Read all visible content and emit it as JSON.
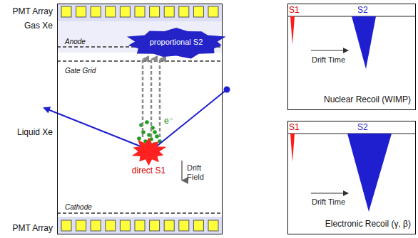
{
  "diagram": {
    "nodes": [
      {
        "text": [
          "Anode",
          "Gate Grid",
          "Drift Field",
          "Cathode"
        ]
      },
      {
        "text": [
          "proportional S2"
        ],
        "in": 0
      },
      {
        "text": [
          "direct S1"
        ],
        "in": 0
      },
      {
        "text": [
          "S1",
          "S2",
          "Drift Time",
          "Nuclear Recoil (WIMP)"
        ]
      },
      {
        "text": [
          "S1",
          "S2",
          "Drift Time",
          "Electronic Recoil (γ, β)"
        ]
      }
    ],
    "edges": [
      {
        "from": 2,
        "to": 1,
        "arrow": "to"
      },
      {
        "from": 2,
        "to": 1,
        "arrow": "to"
      },
      {
        "from": 2,
        "to": 1,
        "arrow": "to"
      }
    ],
    "labels": [
      "PMT Array",
      "Gas Xe",
      "Liquid Xe",
      "PMT Array",
      "e⁻"
    ]
  }
}
